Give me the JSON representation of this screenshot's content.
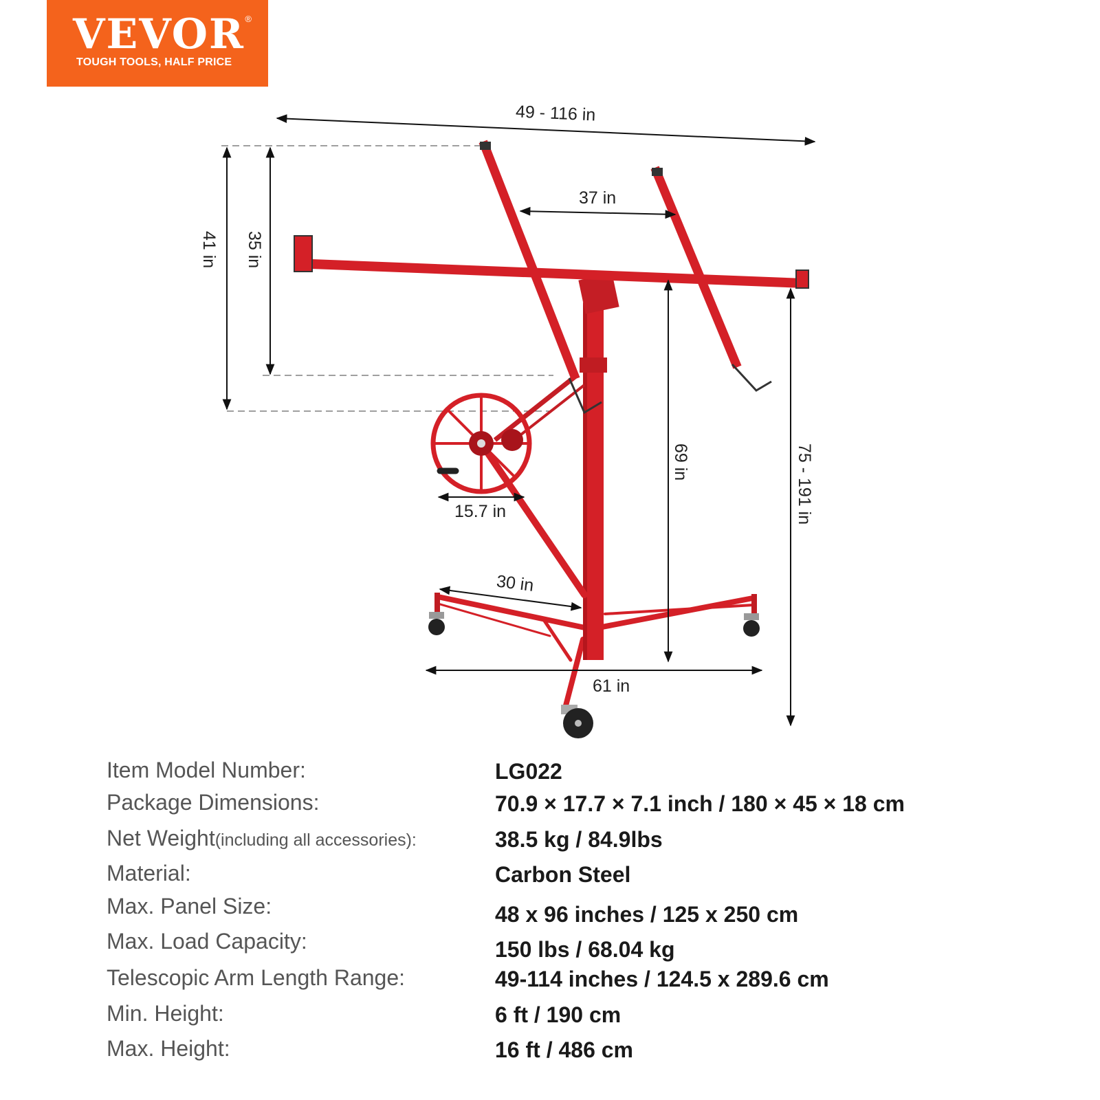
{
  "logo": {
    "brand": "VEVOR",
    "registered": "®",
    "tagline": "TOUGH TOOLS, HALF PRICE"
  },
  "dimensions": {
    "arm_range": "49 - 116 in",
    "cradle_width": "37 in",
    "height_41": "41 in",
    "height_35": "35 in",
    "wheel_diameter": "15.7 in",
    "height_69": "69 in",
    "height_range": "75 - 191 in",
    "leg_length": "30 in",
    "base_width": "61 in"
  },
  "specs": [
    {
      "label": "Item Model Number:",
      "label_note": "",
      "value": "LG022"
    },
    {
      "label": "Package Dimensions:",
      "label_note": "",
      "value": "70.9 × 17.7  × 7.1 inch / 180 × 45 × 18 cm"
    },
    {
      "label": "Net Weight",
      "label_note": "(including all accessories):",
      "value": "38.5 kg / 84.9lbs"
    },
    {
      "label": "Material:",
      "label_note": "",
      "value": "Carbon Steel"
    },
    {
      "label": "Max. Panel Size:",
      "label_note": "",
      "value": "48 x 96 inches / 125 x 250 cm"
    },
    {
      "label": "Max. Load Capacity:",
      "label_note": "",
      "value": "150 lbs / 68.04 kg"
    },
    {
      "label": "Telescopic Arm Length Range:",
      "label_note": "",
      "value": "49-114 inches / 124.5 x 289.6 cm"
    },
    {
      "label": "Min. Height:",
      "label_note": "",
      "value": "6 ft / 190 cm"
    },
    {
      "label": "Max. Height:",
      "label_note": "",
      "value": "16 ft / 486 cm"
    }
  ],
  "colors": {
    "brand_orange": "#f4631c",
    "frame_red": "#d42027",
    "dark_red": "#a8141b"
  }
}
